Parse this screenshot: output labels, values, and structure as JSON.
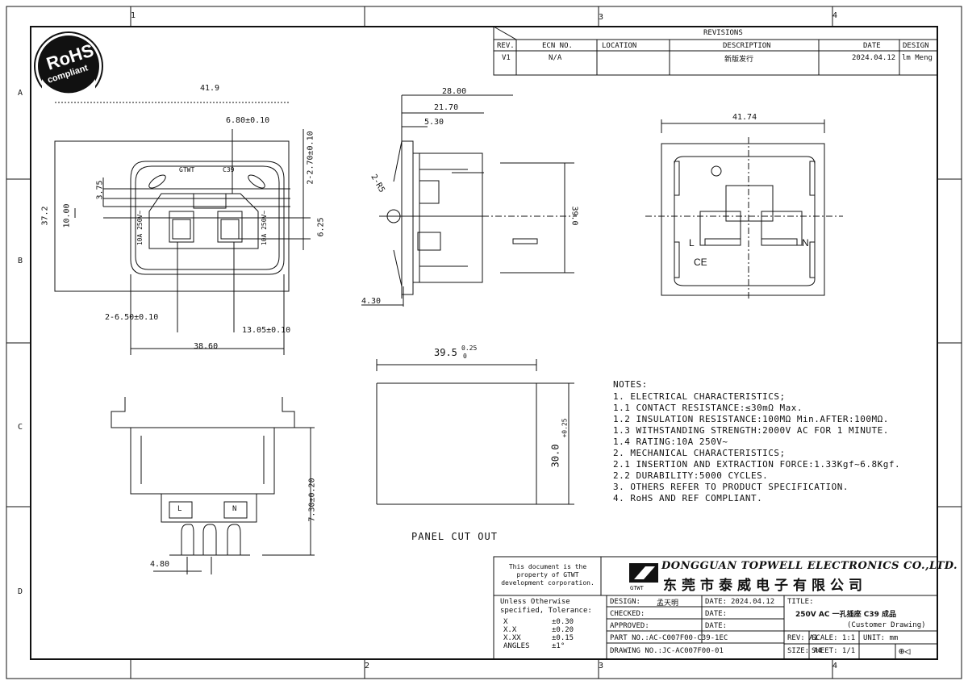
{
  "grid": {
    "top": [
      "1",
      "3",
      "4"
    ],
    "bottom": [
      "2",
      "3",
      "4"
    ],
    "left": [
      "A",
      "B",
      "C",
      "D"
    ]
  },
  "rohs": {
    "line1": "RoHS",
    "line2": "compliant"
  },
  "revisions": {
    "title": "REVISIONS",
    "headers": [
      "REV.",
      "ECN NO.",
      "LOCATION",
      "DESCRIPTION",
      "DATE",
      "DESIGN"
    ],
    "row": [
      "V1",
      "N/A",
      "",
      "新版发行",
      "2024.04.12",
      "lm Meng"
    ]
  },
  "dims": {
    "d_41_9": "41.9",
    "d_6_80": "6.80±0.10",
    "d_3_75": "3.75",
    "d_2_70": "2-2.70±0.10",
    "d_37_2": "37.2",
    "d_10_00": "10.00",
    "d_6_25": "6.25",
    "d_6_50": "2-6.50±0.10",
    "d_13_05": "13.05±0.10",
    "d_38_60": "38.60",
    "d_28_00": "28.00",
    "d_21_70": "21.70",
    "d_5_30": "5.30",
    "d_2_R": "2-R5",
    "d_4_30": "4.30",
    "d_39_0": "39.0",
    "d_41_74": "41.74",
    "d_39_5": "39.5",
    "d_39_5_tol_hi": "0.25",
    "d_39_5_tol_lo": "0",
    "d_30_0": "30.0",
    "d_30_0_tol": "+0.25",
    "d_7_30": "7.30±0.20",
    "d_4_80": "4.80"
  },
  "part_marks": {
    "brand": "GTWT",
    "model": "C39",
    "rating_left": "10A 250V~",
    "rating_right": "10A 250V~",
    "L": "L",
    "N": "N",
    "ce": "CE"
  },
  "panel_cut_out": "PANEL CUT OUT",
  "notes": [
    "NOTES:",
    "1.   ELECTRICAL CHARACTERISTICS;",
    "1.1  CONTACT RESISTANCE:≤30mΩ Max.",
    "1.2  INSULATION RESISTANCE:100MΩ Min.AFTER:100MΩ.",
    "1.3  WITHSTANDING STRENGTH:2000V AC FOR 1 MINUTE.",
    "1.4  RATING:10A 250V~",
    "2.   MECHANICAL CHARACTERISTICS;",
    "2.1  INSERTION AND EXTRACTION FORCE:1.33Kgf~6.8Kgf.",
    "2.2  DURABILITY:5000 CYCLES.",
    "3.   OTHERS REFER TO PRODUCT SPECIFICATION.",
    "4.   RoHS AND REF COMPLIANT."
  ],
  "title_block": {
    "property_note": "This document is the property of GTWT development corporation.",
    "company_en": "DONGGUAN TOPWELL ELECTRONICS CO.,LTD.",
    "company_cn": "东莞市泰威电子有限公司",
    "logo_sub": "GTWT",
    "tolerance_title": "Unless Otherwise specified, Tolerance:",
    "tolerances": [
      {
        "k": "X",
        "v": "±0.30"
      },
      {
        "k": "X.X",
        "v": "±0.20"
      },
      {
        "k": "X.XX",
        "v": "±0.15"
      },
      {
        "k": "ANGLES",
        "v": "±1°"
      }
    ],
    "design_label": "DESIGN:",
    "design_value": "孟天明",
    "date_label": "DATE:",
    "date_value": "2024.04.12",
    "checked_label": "CHECKED:",
    "checked_date_label": "DATE:",
    "approved_label": "APPROVED:",
    "approved_date_label": "DATE:",
    "part_no": "PART NO.:AC-C007F00-C39-1EC",
    "drawing_no": "DRAWING NO.:JC-AC007F00-01",
    "title_label": "TITLE:",
    "title_value": "250V AC 一孔插座  C39 成品",
    "customer_drawing": "(Customer Drawing)",
    "rev": "REV:  A1",
    "scale": "SCALE: 1:1",
    "unit": "UNIT: mm",
    "size": "SIZE: A4",
    "sheet": "SHEET: 1/1"
  }
}
